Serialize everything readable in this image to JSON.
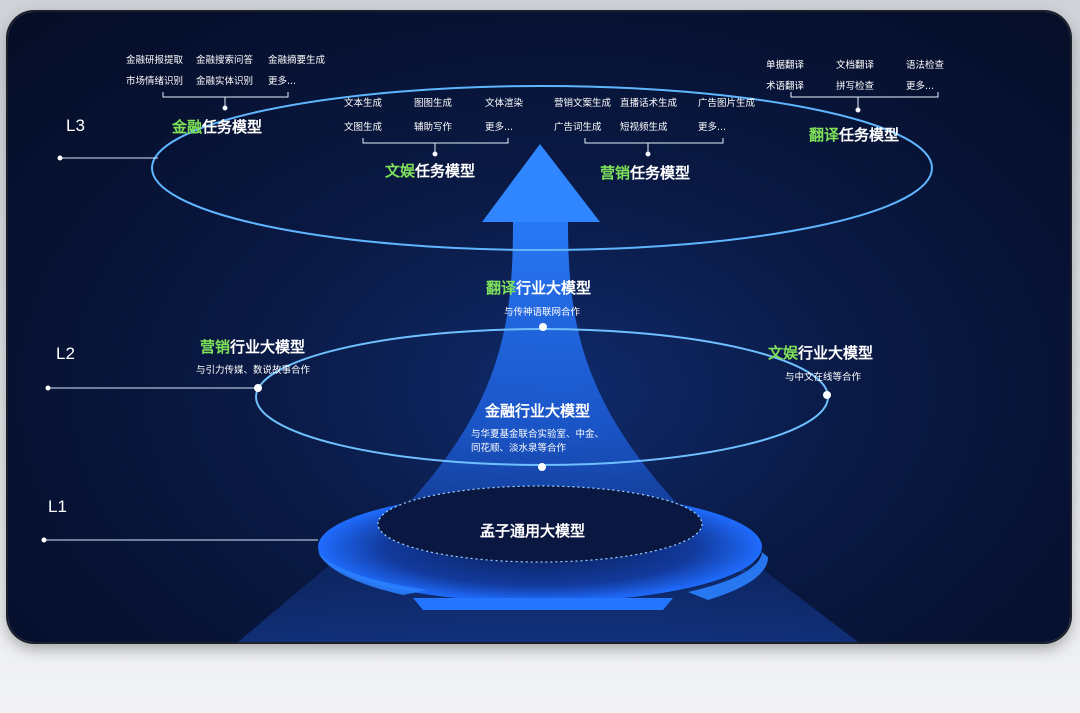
{
  "colors": {
    "accent": "#1f7bff",
    "highlight": "#7fe05a",
    "text": "#ffffff"
  },
  "levels": {
    "l1": "L1",
    "l2": "L2",
    "l3": "L3"
  },
  "l3": {
    "finance": {
      "hl": "金融",
      "rest": "任务模型",
      "tasks": [
        "金融研报提取",
        "金融搜索问答",
        "金融摘要生成",
        "市场情绪识别",
        "金融实体识别",
        "更多..."
      ]
    },
    "entertainment": {
      "hl": "文娱",
      "rest": "任务模型",
      "tasks": [
        "文本生成",
        "图图生成",
        "文体渲染",
        "文图生成",
        "辅助写作",
        "更多..."
      ]
    },
    "marketing": {
      "hl": "营销",
      "rest": "任务模型",
      "tasks": [
        "营销文案生成",
        "直播话术生成",
        "广告图片生成",
        "广告词生成",
        "短视频生成",
        "更多..."
      ]
    },
    "translation": {
      "hl": "翻译",
      "rest": "任务模型",
      "tasks": [
        "单据翻译",
        "文档翻译",
        "语法检查",
        "术语翻译",
        "拼写检查",
        "更多..."
      ]
    }
  },
  "l2": {
    "translation": {
      "hl": "翻译",
      "rest": "行业大模型",
      "partner": "与传神语联网合作"
    },
    "marketing": {
      "hl": "营销",
      "rest": "行业大模型",
      "partner": "与引力传媒、数说故事合作"
    },
    "entertainment": {
      "hl": "文娱",
      "rest": "行业大模型",
      "partner": "与中文在线等合作"
    },
    "finance": {
      "title": "金融行业大模型",
      "partner1": "与华夏基金联合实验室、中金、",
      "partner2": "同花顺、淡水泉等合作"
    }
  },
  "l1": {
    "title": "孟子通用大模型"
  }
}
